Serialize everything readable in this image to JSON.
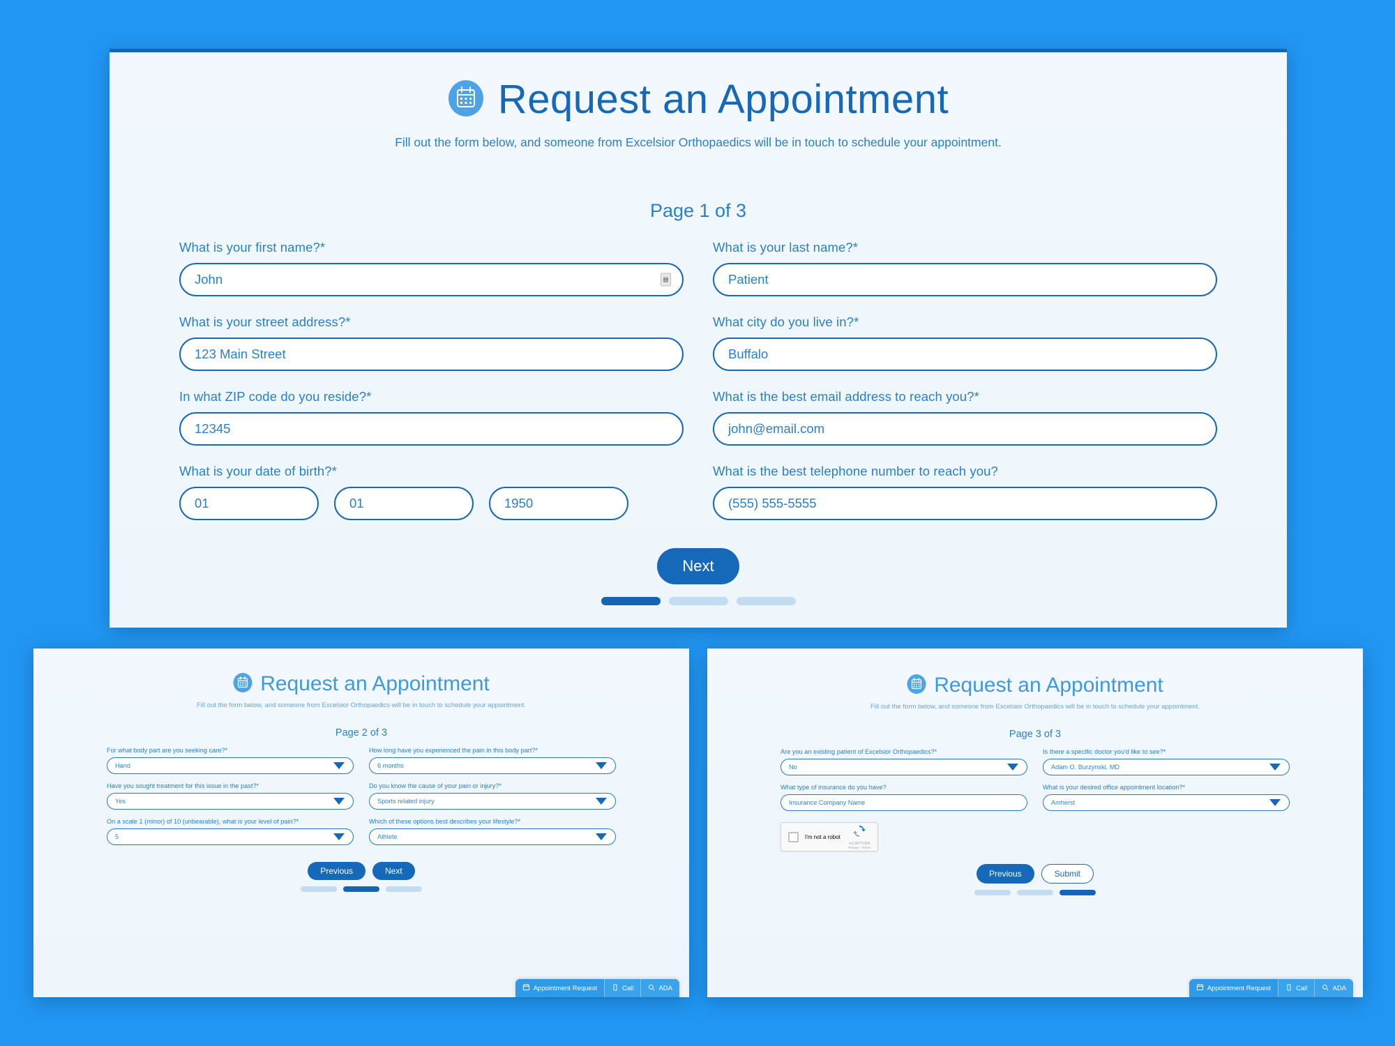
{
  "brand": {
    "page_bg": "#2196f3",
    "panel_bg": "#f2f8fd",
    "accent_dark": "#1668b8",
    "accent_light": "#3e9ae0",
    "text_blue": "#2a7fc9"
  },
  "header": {
    "title": "Request an Appointment",
    "subtitle": "Fill out the form below, and someone from Excelsior Orthopaedics will be in touch to schedule your appointment.",
    "icon": "calendar-icon"
  },
  "page1": {
    "page_indicator": "Page 1 of 3",
    "fields": {
      "first_name": {
        "label": "What is your first name?*",
        "value": "John",
        "badge_icon": "autofill-icon"
      },
      "last_name": {
        "label": "What is your last name?*",
        "value": "Patient"
      },
      "street": {
        "label": "What is your street address?*",
        "value": "123 Main Street"
      },
      "city": {
        "label": "What city do you live in?*",
        "value": "Buffalo"
      },
      "zip": {
        "label": "In what ZIP code do you reside?*",
        "value": "12345"
      },
      "email": {
        "label": "What is the best email address to reach you?*",
        "value": "john@email.com"
      },
      "dob": {
        "label": "What is your date of birth?*",
        "month": "01",
        "day": "01",
        "year": "1950"
      },
      "phone": {
        "label": "What is the best telephone number to reach you?",
        "value": "(555) 555-5555"
      }
    },
    "next_label": "Next",
    "progress": [
      true,
      false,
      false
    ]
  },
  "page2": {
    "page_indicator": "Page 2 of 3",
    "fields": [
      {
        "label": "For what body part are you seeking care?*",
        "value": "Hand",
        "type": "select"
      },
      {
        "label": "How long have you experienced the pain in this body part?*",
        "value": "6 months",
        "type": "select"
      },
      {
        "label": "Have you sought treatment for this issue in the past?*",
        "value": "Yes",
        "type": "select"
      },
      {
        "label": "Do you know the cause of your pain or injury?*",
        "value": "Sports related injury",
        "type": "select"
      },
      {
        "label": "On a scale 1 (minor) of 10 (unbearable), what is your level of pain?*",
        "value": "5",
        "type": "select"
      },
      {
        "label": "Which of these options best describes your lifestyle?*",
        "value": "Athlete",
        "type": "select"
      }
    ],
    "previous_label": "Previous",
    "next_label": "Next",
    "progress": [
      false,
      true,
      false
    ]
  },
  "page3": {
    "page_indicator": "Page 3 of 3",
    "fields": [
      {
        "label": "Are you an existing patient of Excelsior Orthopaedics?*",
        "value": "No",
        "type": "select"
      },
      {
        "label": "Is there a specific doctor you'd like to see?*",
        "value": "Adam O. Burzynski, MD",
        "type": "select"
      },
      {
        "label": "What type of insurance do you have?",
        "value": "Insurance Company Name",
        "type": "text"
      },
      {
        "label": "What is your desired office appointment location?*",
        "value": "Amherst",
        "type": "select"
      }
    ],
    "recaptcha": {
      "label": "I'm not a robot",
      "brand": "reCAPTCHA",
      "terms": "Privacy - Terms",
      "icon": "recaptcha-icon"
    },
    "previous_label": "Previous",
    "submit_label": "Submit",
    "progress": [
      false,
      false,
      true
    ]
  },
  "floatbar": {
    "appointment_label": "Appointment Request",
    "call_label": "Call",
    "ada_label": "ADA",
    "appointment_icon": "calendar-icon",
    "call_icon": "phone-icon",
    "ada_icon": "search-icon"
  }
}
